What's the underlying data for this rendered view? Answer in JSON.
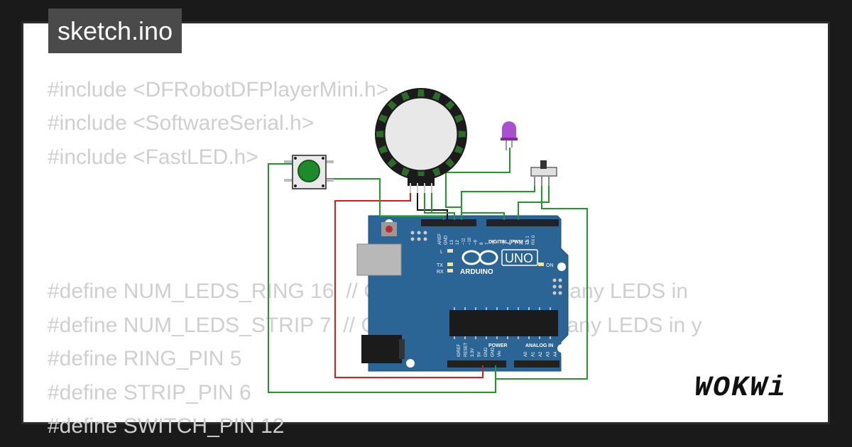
{
  "title": "sketch.ino",
  "code_lines": [
    "#include <DFRobotDFPlayerMini.h>",
    "#include <SoftwareSerial.h>",
    "#include <FastLED.h>",
    "",
    "",
    "",
    "#define NUM_LEDS_RING 16  // Change this to how many LEDS in",
    "#define NUM_LEDS_STRIP 7  // Change this to how many LEDS in y",
    "#define RING_PIN 5",
    "#define STRIP_PIN 6",
    "#define SWITCH_PIN 12"
  ],
  "board": {
    "brand": "ARDUINO",
    "model": "UNO",
    "digital_header": "DIGITAL (PWM ~)",
    "power_header": "POWER",
    "analog_header": "ANALOG IN",
    "on_label": "ON",
    "l_label": "L",
    "tx_label": "TX",
    "rx_label": "RX",
    "top_pins": [
      "AREF",
      "GND",
      "13",
      "12",
      "~11",
      "~10",
      "~9",
      "8",
      "7",
      "~6",
      "~5",
      "4",
      "~3",
      "2",
      "TX 1",
      "RX 0"
    ],
    "power_pins": [
      "IOREF",
      "RESET",
      "3.3V",
      "5V",
      "GND",
      "GND",
      "Vin"
    ],
    "analog_pins": [
      "A0",
      "A1",
      "A2",
      "A3",
      "A4",
      "A5"
    ]
  },
  "brand_logo": "WOKWi",
  "colors": {
    "board": "#2a6596",
    "wire_green": "#1f9a27",
    "wire_red": "#e1191a",
    "wire_black": "#111111",
    "button": "#1f8a2a",
    "led": "#9b30c8",
    "ring_led": "#2d6b2b"
  }
}
